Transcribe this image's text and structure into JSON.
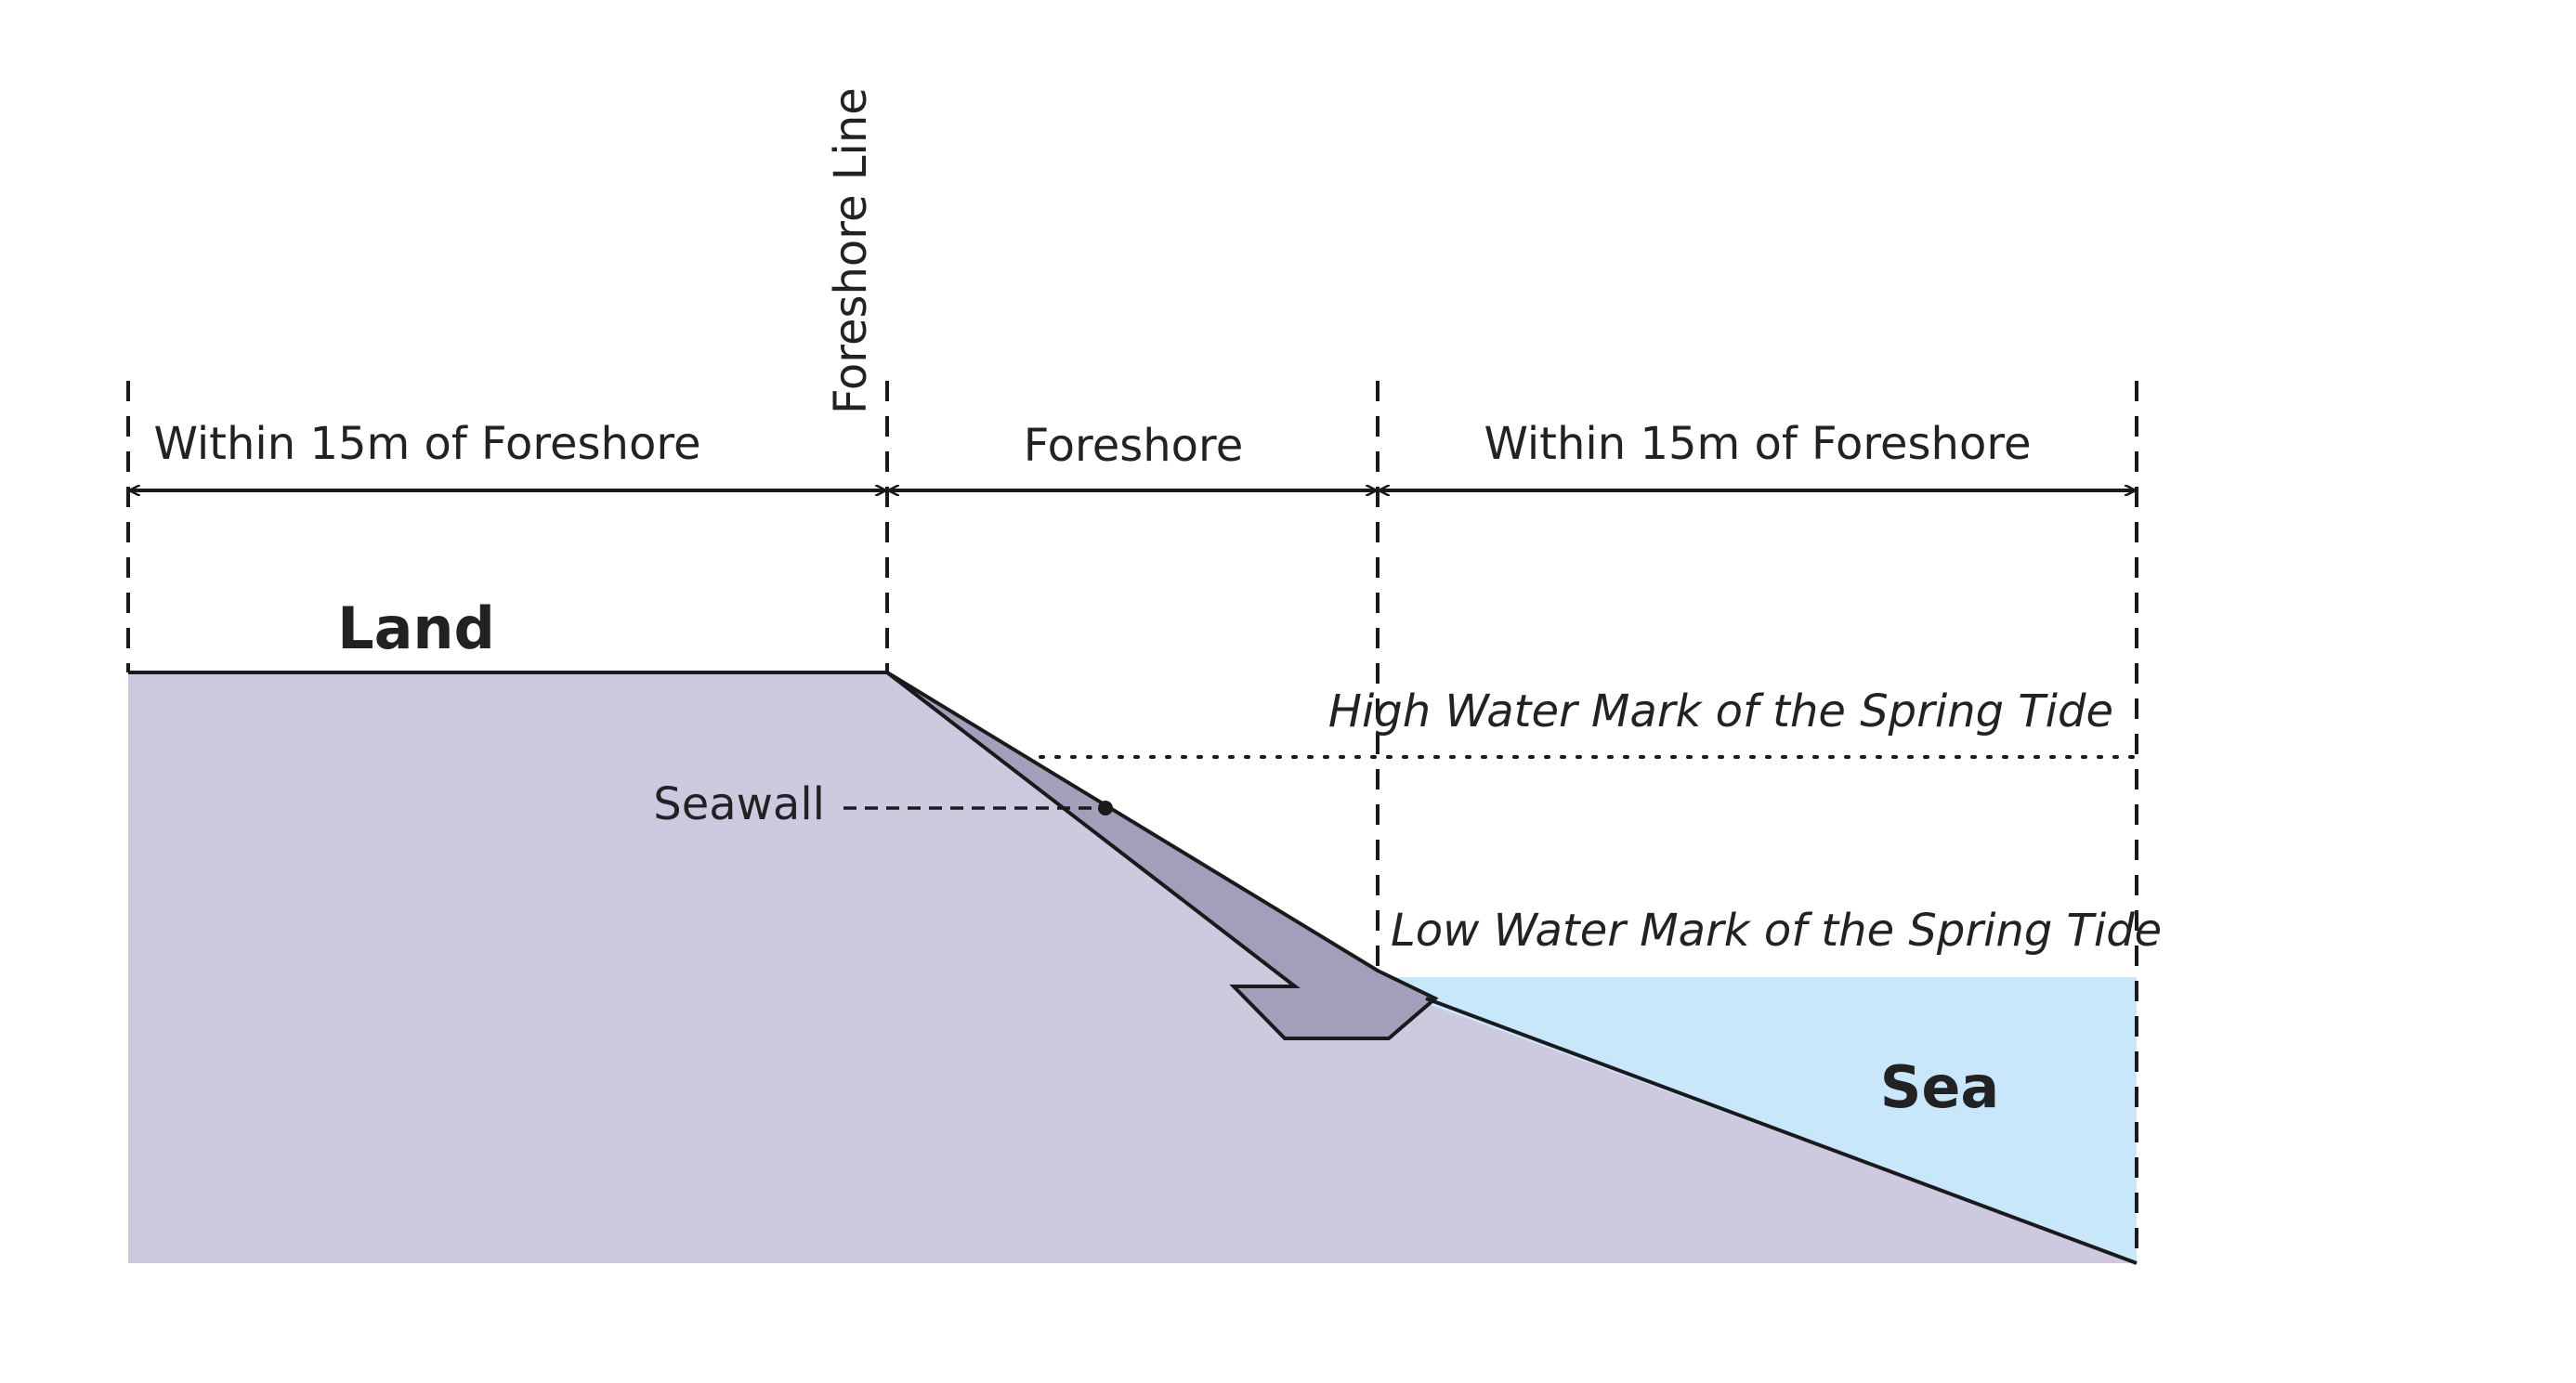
{
  "diagram": {
    "labels": {
      "foreshore_line": "Foreshore Line",
      "left_zone": "Within 15m of Foreshore",
      "foreshore": "Foreshore",
      "right_zone": "Within 15m of Foreshore",
      "land": "Land",
      "sea": "Sea",
      "seawall": "Seawall",
      "high_water": "High Water Mark of the Spring Tide",
      "low_water": "Low Water Mark of the Spring Tide"
    },
    "colors": {
      "land_fill": "#cdcae0",
      "sea_fill": "#c9e7fa",
      "seawall_fill": "#a29fba",
      "line": "#1a1a1a"
    }
  }
}
